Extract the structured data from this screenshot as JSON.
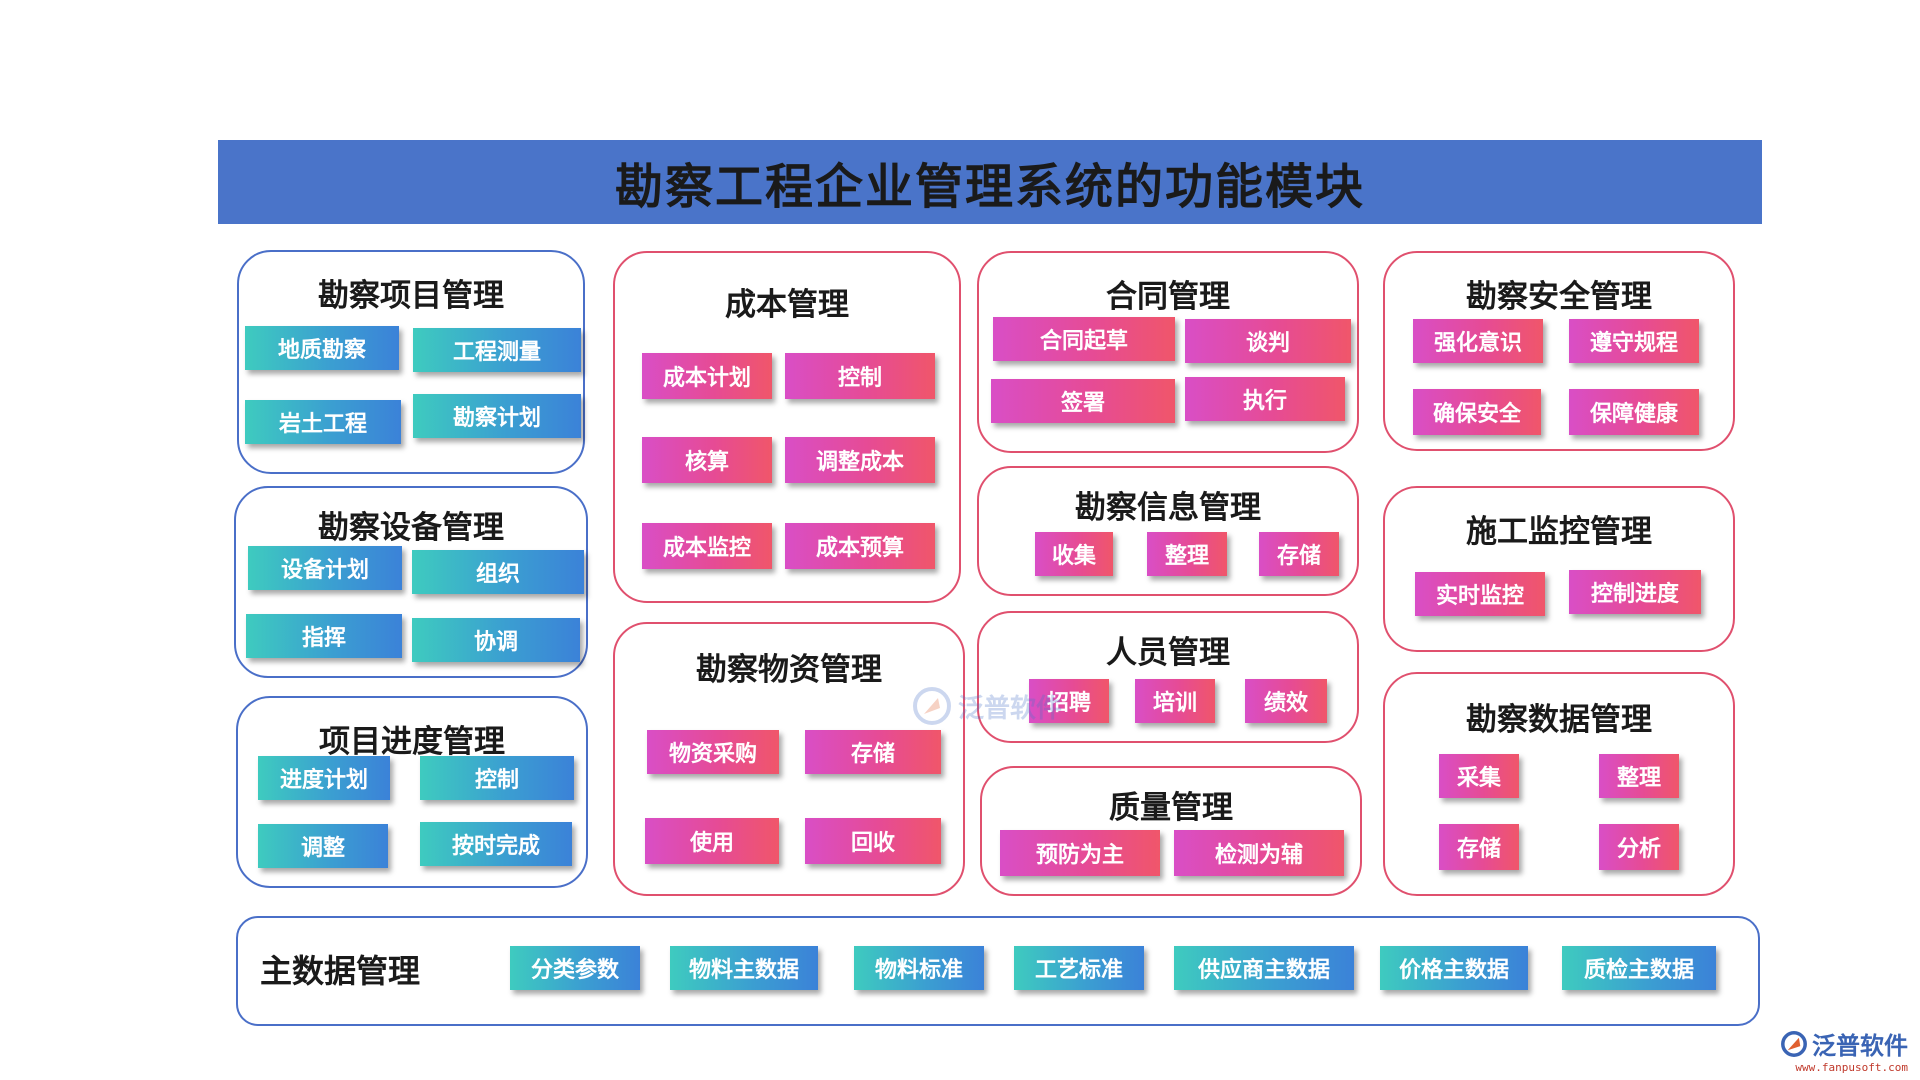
{
  "title": "勘察工程企业管理系统的功能模块",
  "colors": {
    "title_bar": "#4a74c9",
    "blue_border": "#4a6fc8",
    "red_border": "#e0506e"
  },
  "modules": {
    "project": {
      "title": "勘察项目管理",
      "items": [
        "地质勘察",
        "工程测量",
        "岩土工程",
        "勘察计划"
      ]
    },
    "equipment": {
      "title": "勘察设备管理",
      "items": [
        "设备计划",
        "组织",
        "指挥",
        "协调"
      ]
    },
    "progress": {
      "title": "项目进度管理",
      "items": [
        "进度计划",
        "控制",
        "调整",
        "按时完成"
      ]
    },
    "cost": {
      "title": "成本管理",
      "items": [
        "成本计划",
        "控制",
        "核算",
        "调整成本",
        "成本监控",
        "成本预算"
      ]
    },
    "material": {
      "title": "勘察物资管理",
      "items": [
        "物资采购",
        "存储",
        "使用",
        "回收"
      ]
    },
    "contract": {
      "title": "合同管理",
      "items": [
        "合同起草",
        "谈判",
        "签署",
        "执行"
      ]
    },
    "info": {
      "title": "勘察信息管理",
      "items": [
        "收集",
        "整理",
        "存储"
      ]
    },
    "personnel": {
      "title": "人员管理",
      "items": [
        "招聘",
        "培训",
        "绩效"
      ]
    },
    "quality": {
      "title": "质量管理",
      "items": [
        "预防为主",
        "检测为辅"
      ]
    },
    "safety": {
      "title": "勘察安全管理",
      "items": [
        "强化意识",
        "遵守规程",
        "确保安全",
        "保障健康"
      ]
    },
    "construction": {
      "title": "施工监控管理",
      "items": [
        "实时监控",
        "控制进度"
      ]
    },
    "data": {
      "title": "勘察数据管理",
      "items": [
        "采集",
        "整理",
        "存储",
        "分析"
      ]
    }
  },
  "master_data": {
    "title": "主数据管理",
    "items": [
      "分类参数",
      "物料主数据",
      "物料标准",
      "工艺标准",
      "供应商主数据",
      "价格主数据",
      "质检主数据"
    ]
  },
  "watermark": {
    "text": "泛普软件",
    "icon": "fanpu-logo-icon"
  },
  "brand": {
    "name": "泛普软件",
    "url": "www.fanpusoft.com",
    "icon": "fanpu-logo-icon"
  }
}
